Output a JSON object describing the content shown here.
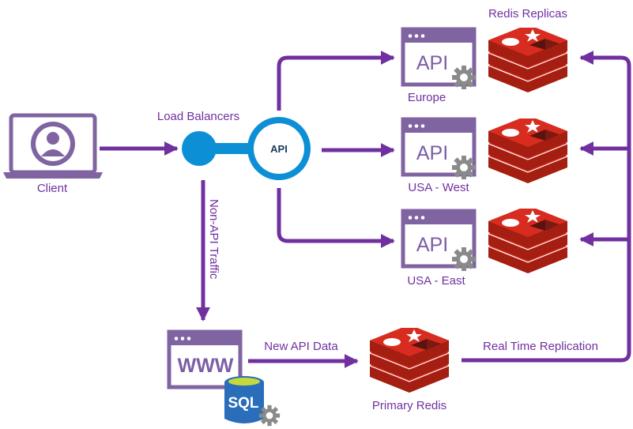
{
  "labels": {
    "client": "Client",
    "load_balancers": "Load Balancers",
    "lb_api": "API",
    "non_api_traffic": "Non-API Traffic",
    "new_api_data": "New API Data",
    "real_time_replication": "Real Time Replication",
    "primary_redis": "Primary Redis",
    "redis_replicas": "Redis Replicas"
  },
  "api_servers": [
    {
      "badge": "API",
      "region": "Europe"
    },
    {
      "badge": "API",
      "region": "USA - West"
    },
    {
      "badge": "API",
      "region": "USA - East"
    }
  ],
  "web_server": {
    "badge": "WWW",
    "db_label": "SQL"
  },
  "colors": {
    "arrow": "#7030a0",
    "window": "#8064a2",
    "lb_blue": "#0d8fd6",
    "redis_red": "#d82c20",
    "sql_blue": "#2a6ebb",
    "sql_top": "#c4d93c"
  }
}
